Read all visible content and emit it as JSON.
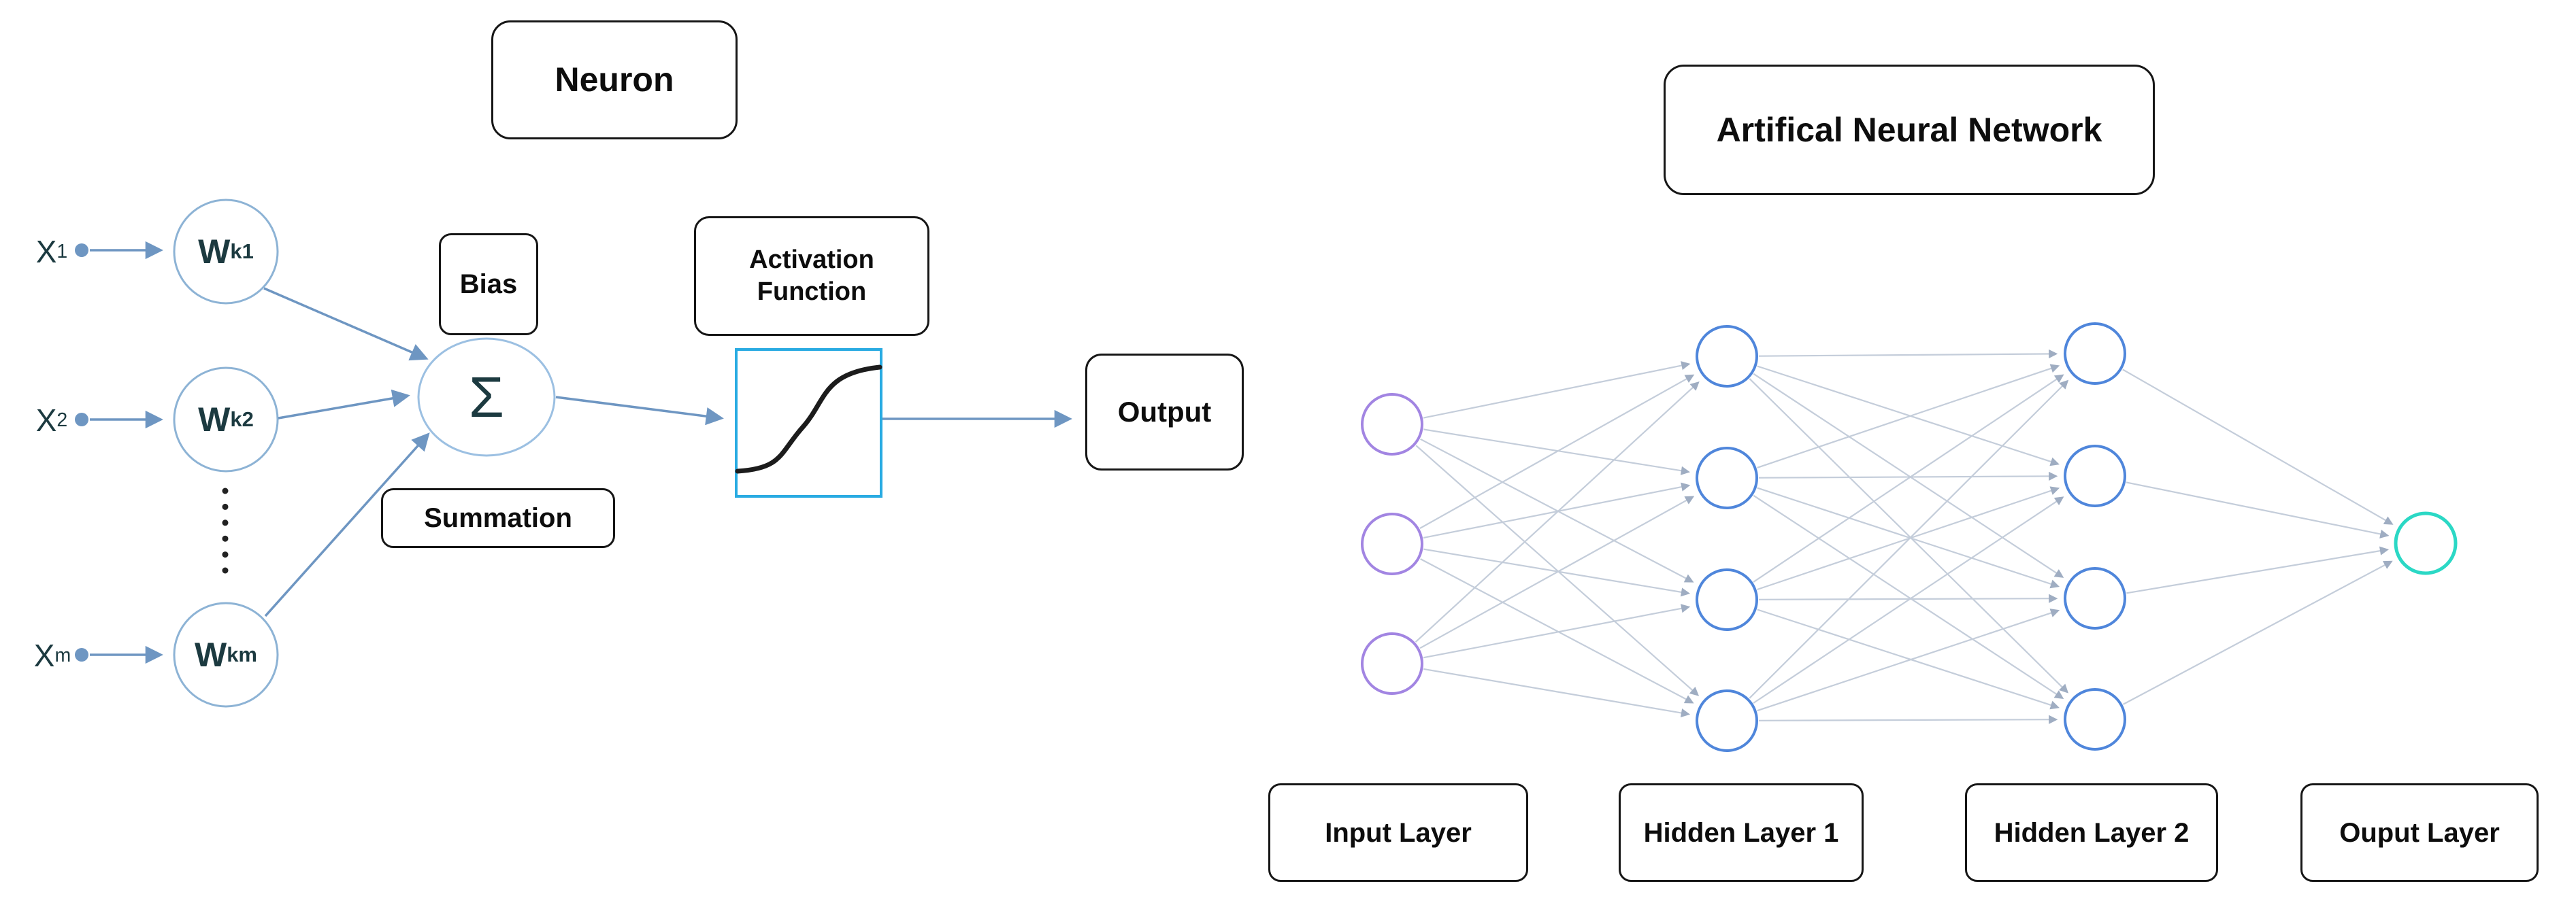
{
  "neuron": {
    "title": "Neuron",
    "inputs": [
      {
        "base": "X",
        "sub": "1"
      },
      {
        "base": "X",
        "sub": "2"
      },
      {
        "base": "X",
        "sub": "m"
      }
    ],
    "weights": [
      {
        "base": "W",
        "sub": "k1"
      },
      {
        "base": "W",
        "sub": "k2"
      },
      {
        "base": "W",
        "sub": "km"
      }
    ],
    "sigma": "Σ",
    "bias_label": "Bias",
    "summation_label": "Summation",
    "activation_line1": "Activation",
    "activation_line2": "Function",
    "output_label": "Output"
  },
  "ann": {
    "title": "Artifical Neural Network",
    "layer_labels": [
      "Input Layer",
      "Hidden Layer 1",
      "Hidden Layer 2",
      "Ouput Layer"
    ],
    "layer_node_counts": {
      "input": 3,
      "hidden1": 4,
      "hidden2": 4,
      "output": 1
    }
  },
  "colors": {
    "neuron_arrow": "#6e96c2",
    "neuron_node_stroke": "#8db3d5",
    "sigma_circle_stroke": "#9cc0e2",
    "dark_text": "#1c3a40",
    "sigmoid_border": "#29abe2",
    "sigmoid_curve": "#1c1c1c",
    "ann_edge": "#c4cdda",
    "ann_edge_arrow": "#9fadc2",
    "input_node_stroke": "#a285e2",
    "hidden_node_stroke": "#4f86db",
    "output_node_stroke": "#2bd8c5",
    "box_border": "#161616"
  }
}
